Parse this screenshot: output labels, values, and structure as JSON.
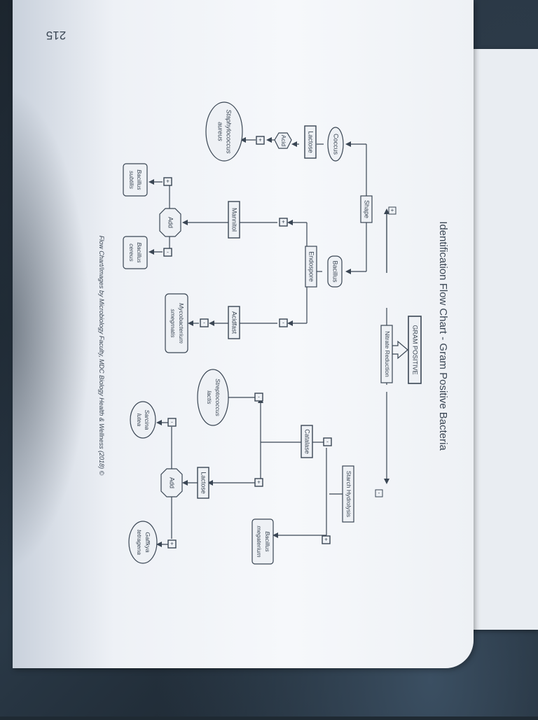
{
  "page_number": "215",
  "title": "Identification Flow Chart - Gram Positive Bacteria",
  "credit": "Flow Chart/Images by Microbiology Faculty, MDC Biology Health & Wellness (2018) ©",
  "nodes": {
    "gram_positive": "GRAM POSITIVE",
    "nitrate_reduction": "Nitrate Reduction",
    "shape": "Shape",
    "coccus": "Coccus",
    "bacillus": "Bacillus",
    "lactose_left": "Lactose",
    "acid": "Acid",
    "staph": [
      "Staphylococcus",
      "aureus"
    ],
    "endospore": "Endospore",
    "mannitol": "Mannitol",
    "add_left": "Add",
    "b_subtilis": [
      "Bacillus",
      "subtilis"
    ],
    "b_cereus": [
      "Bacillus",
      "cereus"
    ],
    "acidfast": "Acidfast",
    "mycobacterium": [
      "Mycobacterium",
      "smegmatis"
    ],
    "starch": "Starch Hydrolysis",
    "catalase": "Catalase",
    "b_megaterium": [
      "Bacillus",
      "megaterium"
    ],
    "strep": [
      "Streptococcus",
      "lactis"
    ],
    "lactose_right": "Lactose",
    "add_right": "Add",
    "sarcina": [
      "Sarcina",
      "lutea"
    ],
    "gaffkya": [
      "Gaffkya",
      "tetragena"
    ]
  },
  "signs": {
    "plus": "+",
    "minus": "-"
  },
  "colors": {
    "ink": "#3a4654",
    "box_fill": "#eef1f5"
  }
}
